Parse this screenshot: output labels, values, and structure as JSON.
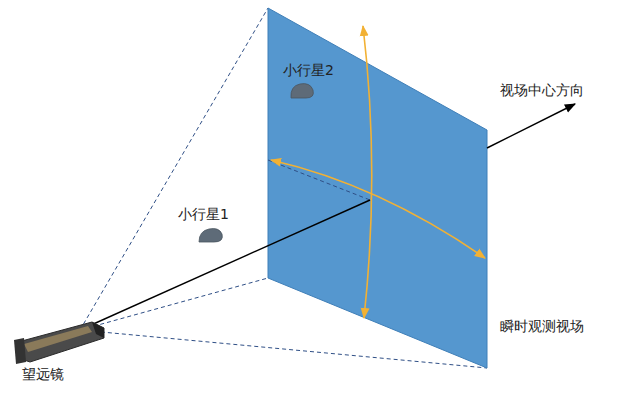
{
  "diagram": {
    "labels": [
      "小行星2",
      "小行星1",
      "视场中心方向",
      "瞬时观测视场",
      "望远镜"
    ]
  }
}
